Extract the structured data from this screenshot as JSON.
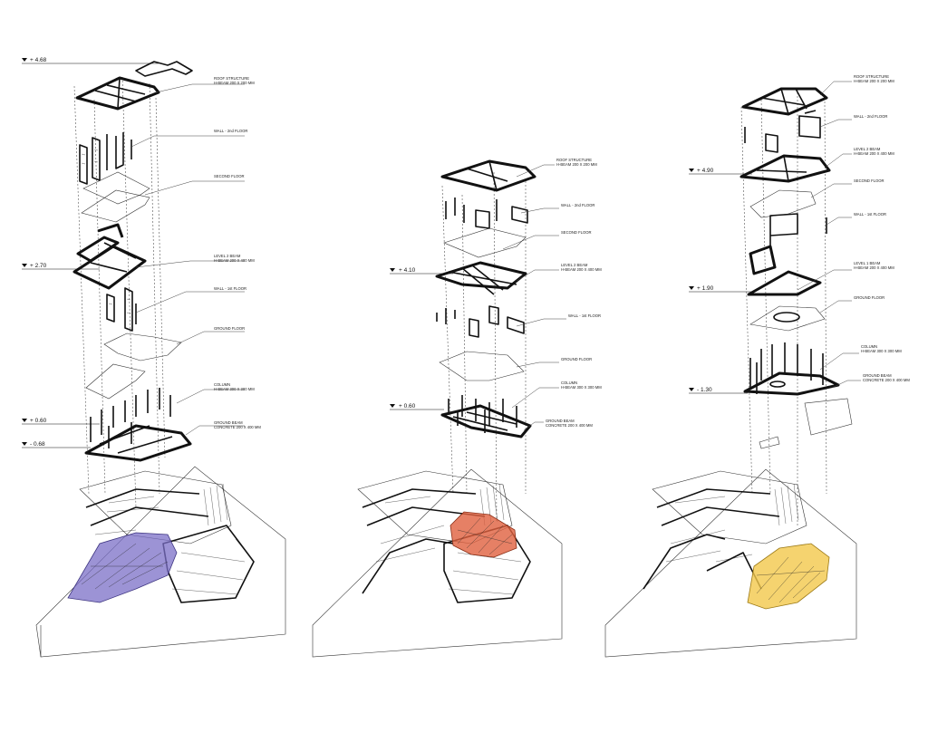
{
  "diagrams": [
    {
      "id": "left",
      "highlight_color": "#7b6fc7",
      "levels": [
        "+ 4.68",
        "+ 2.70",
        "+ 0.60",
        "- 0.68"
      ],
      "labels": [
        "ROOF STRUCTURE\nH-BEAM 200 X 200 MM",
        "WALL - 2nd FLOOR",
        "SECOND FLOOR",
        "LEVEL 2 BEAM\nH-BEAM 200 X 400 MM",
        "WALL - 1st FLOOR",
        "GROUND FLOOR",
        "COLUMN\nH-BEAM 300 X 300 MM",
        "GROUND BEAM\nCONCRETE 200 X 400 MM"
      ]
    },
    {
      "id": "middle",
      "highlight_color": "#e0603f",
      "levels": [
        "+ 4.10",
        "+ 0.60"
      ],
      "labels": [
        "ROOF STRUCTURE\nH-BEAM 200 X 200 MM",
        "WALL - 2nd FLOOR",
        "SECOND FLOOR",
        "LEVEL 2 BEAM\nH-BEAM 200 X 400 MM",
        "WALL - 1st FLOOR",
        "GROUND FLOOR",
        "COLUMN\nH-BEAM 300 X 300 MM",
        "GROUND BEAM\nCONCRETE 200 X 400 MM"
      ]
    },
    {
      "id": "right",
      "highlight_color": "#f2c84b",
      "levels": [
        "+ 4.90",
        "+ 1.90",
        "- 1.30"
      ],
      "labels": [
        "ROOF STRUCTURE\nH-BEAM 200 X 200 MM",
        "WALL - 2nd FLOOR",
        "LEVEL 2 BEAM\nH-BEAM 200 X 400 MM",
        "SECOND FLOOR",
        "WALL - 1st FLOOR",
        "LEVEL 1 BEAM\nH-BEAM 200 X 400 MM",
        "GROUND FLOOR",
        "COLUMN\nH-BEAM 300 X 300 MM",
        "GROUND BEAM\nCONCRETE 200 X 400 MM"
      ]
    }
  ]
}
